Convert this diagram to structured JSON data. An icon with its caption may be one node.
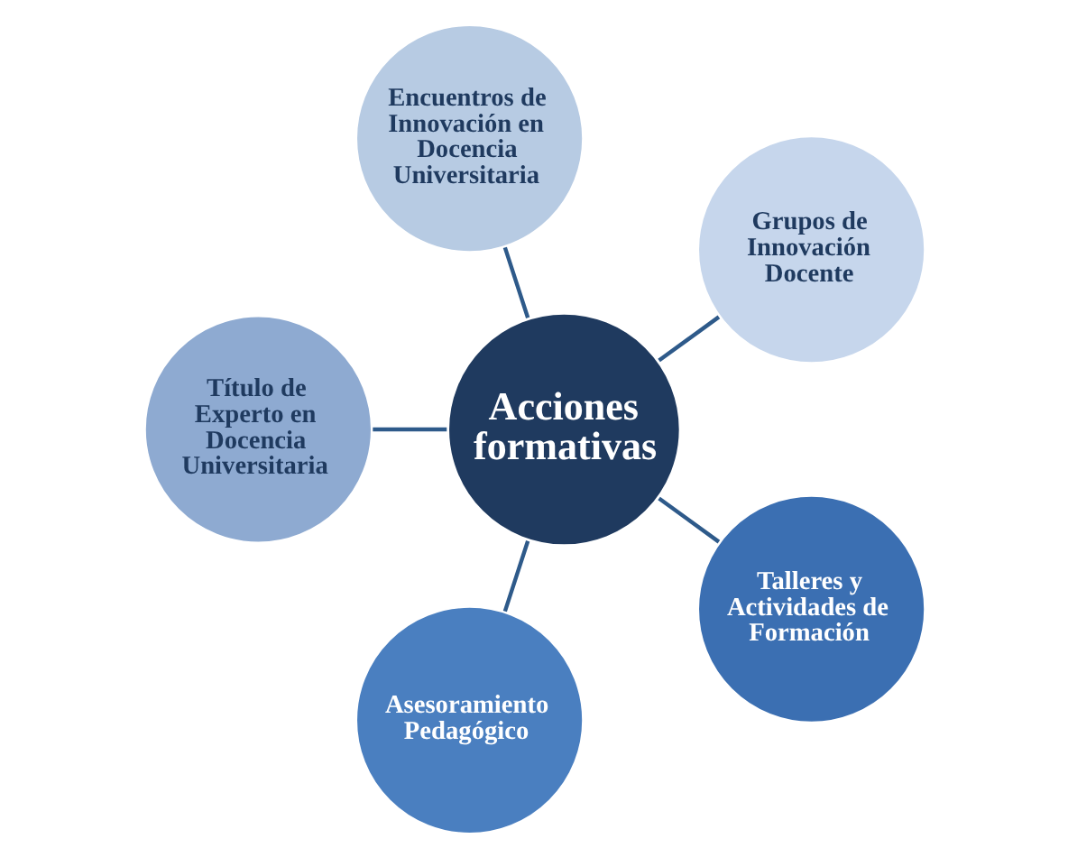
{
  "diagram": {
    "nodes": [
      {
        "text": [
          "Acciones formativas"
        ]
      },
      {
        "text": [
          "Grupos de Innovación Docente"
        ]
      },
      {
        "text": [
          "Encuentros de Innovación en Docencia Universitaria"
        ]
      },
      {
        "text": [
          "Título de Experto en Docencia Universitaria"
        ]
      },
      {
        "text": [
          "Asesoramiento Pedagógico"
        ]
      },
      {
        "text": [
          "Talleres y Actividades de Formación"
        ]
      }
    ],
    "edges": [
      {
        "from": 0,
        "to": 1,
        "arrow": "none"
      },
      {
        "from": 0,
        "to": 2,
        "arrow": "none"
      },
      {
        "from": 0,
        "to": 3,
        "arrow": "none"
      },
      {
        "from": 0,
        "to": 4,
        "arrow": "none"
      },
      {
        "from": 0,
        "to": 5,
        "arrow": "none"
      }
    ]
  }
}
